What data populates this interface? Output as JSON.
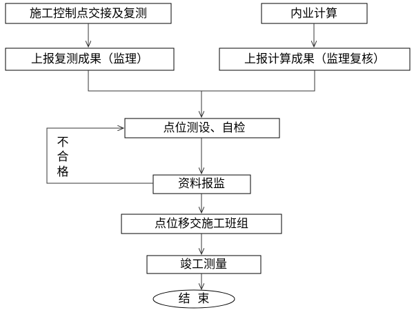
{
  "flowchart": {
    "control_point_handover": "施工控制点交接及复测",
    "office_calculation": "内业计算",
    "report_resurvey_results": "上报复测成果（监理）",
    "report_calc_results": "上报计算成果（监理复核）",
    "point_survey_selfcheck": "点位测设、自检",
    "data_report_supervision": "资料报监",
    "handover_to_crew": "点位移交施工班组",
    "completion_survey": "竣工测量",
    "end": "结  束",
    "fail_label": [
      "不",
      "合",
      "格"
    ]
  }
}
